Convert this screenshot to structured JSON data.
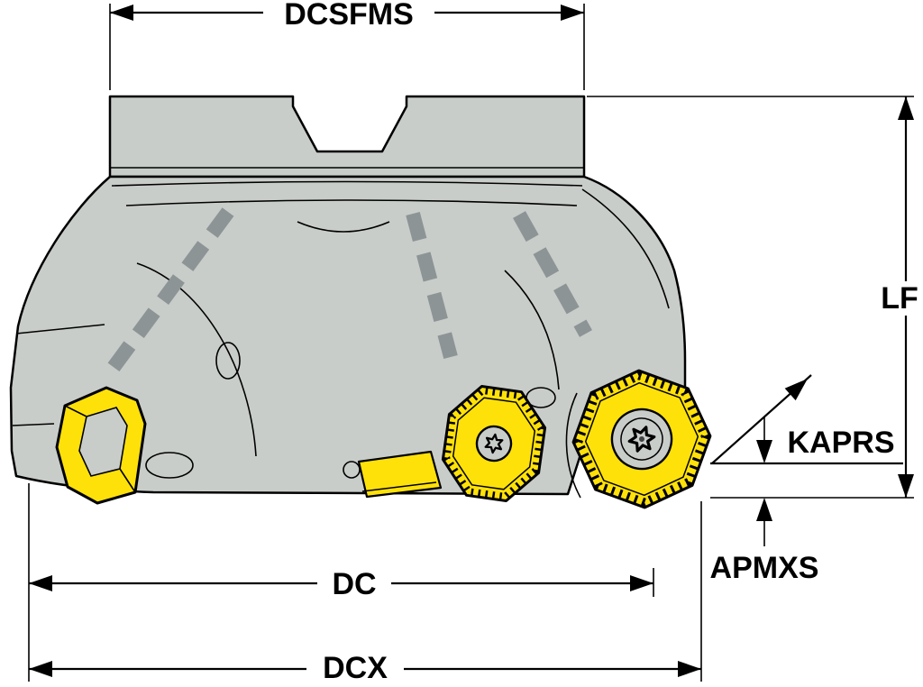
{
  "labels": {
    "dcsfms": "DCSFMS",
    "lf": "LF",
    "kaprs": "KAPRS",
    "apmxs": "APMXS",
    "dc": "DC",
    "dcx": "DCX"
  },
  "colors": {
    "body_color": "#c9cdca",
    "insert_color": "#ffe10a",
    "flute_color": "#8d9496",
    "outline_color": "#000000",
    "background_color": "#ffffff"
  }
}
